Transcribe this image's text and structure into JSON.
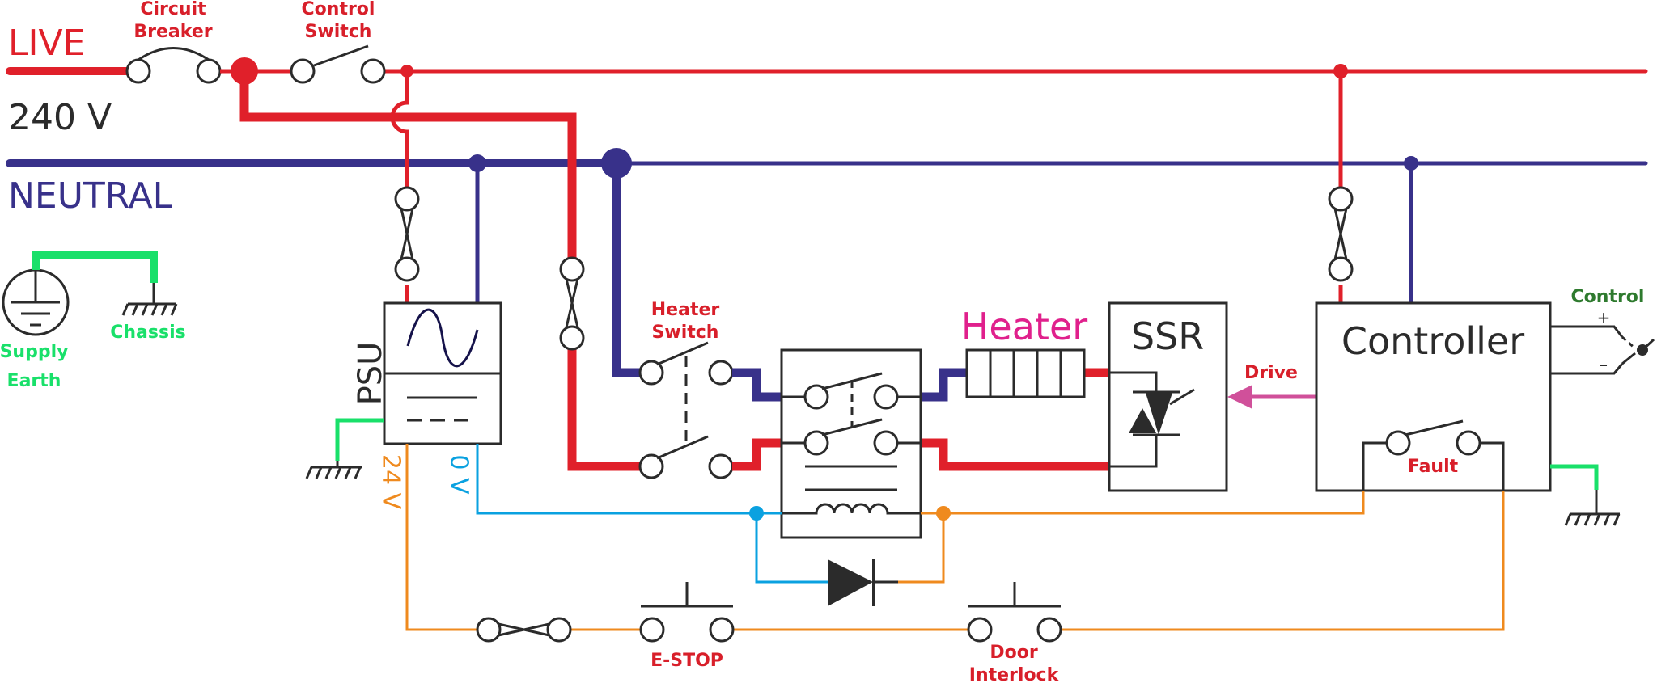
{
  "colors": {
    "live": "#e0202a",
    "neutral": "#38318a",
    "earth": "#19e06a",
    "dc_pos": "#ef8a1e",
    "dc_neg": "#0aa1e0",
    "label": "#d81f2a",
    "heater": "#e0208c",
    "drive": "#d0509a",
    "control": "#2e7a2e",
    "ink": "#2b2b2b"
  },
  "rails": {
    "live_label": "LIVE",
    "voltage_label": "240 V",
    "neutral_label": "NEUTRAL"
  },
  "earth": {
    "supply_label": "Supply",
    "supply_label_2": "Earth",
    "chassis_label": "Chassis"
  },
  "components": {
    "circuit_breaker": [
      "Circuit",
      "Breaker"
    ],
    "control_switch": [
      "Control",
      "Switch"
    ],
    "psu_label": "PSU",
    "psu_pos": "24 V",
    "psu_neg": "0 V",
    "heater_switch": [
      "Heater",
      "Switch"
    ],
    "heater_label": "Heater",
    "ssr_label": "SSR",
    "drive_label": "Drive",
    "controller_label": "Controller",
    "fault_label": "Fault",
    "control_label": "Control",
    "control_plus": "+",
    "control_minus": "–",
    "estop_label": "E-STOP",
    "door_interlock": [
      "Door",
      "Interlock"
    ]
  }
}
